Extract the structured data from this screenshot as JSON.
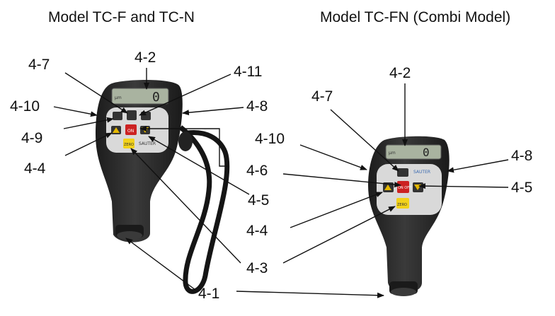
{
  "titles": {
    "left": "Model TC-F and TC-N",
    "right": "Model TC-FN (Combi Model)"
  },
  "left_device": {
    "display_value": "0",
    "display_unit": "μm",
    "zero_key": "ZERO",
    "on_key": "ON",
    "brand": "SAUTER",
    "labels": [
      "4-2",
      "4-7",
      "4-11",
      "4-10",
      "4-8",
      "4-9",
      "4-4",
      "4-6",
      "4-5",
      "4-3",
      "4-1"
    ]
  },
  "right_device": {
    "display_value": "0",
    "display_unit": "μm",
    "zero_key": "ZERO",
    "on_key": "ON OFF",
    "brand": "SAUTER",
    "labels": [
      "4-2",
      "4-7",
      "4-10",
      "4-8",
      "4-5",
      "4-4",
      "4-3"
    ]
  },
  "colors": {
    "body": "#2b2b2b",
    "panel": "#d9d9d9",
    "on_key": "#cc2222",
    "arrow_key": "#e5b800",
    "zero_key": "#f2d21b"
  }
}
